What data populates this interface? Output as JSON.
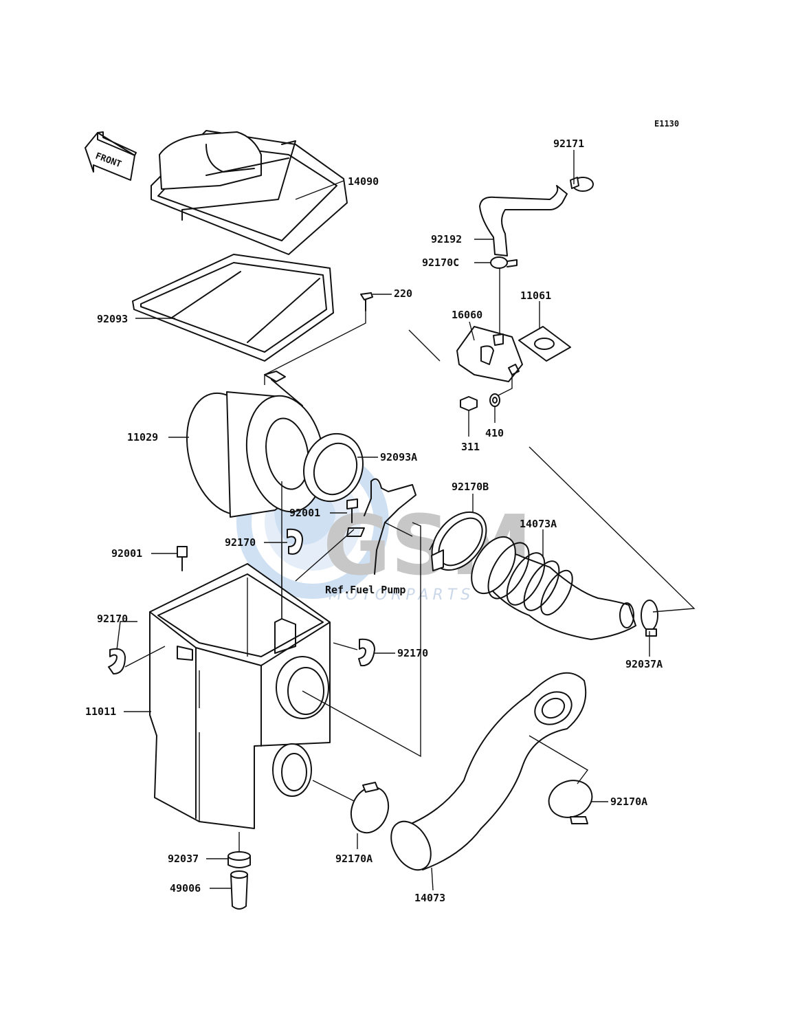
{
  "diagram_code": "E1130",
  "front_label": "FRONT",
  "reference_note": "Ref.Fuel Pump",
  "watermark": {
    "brand": "GSM",
    "subtitle": "MOTORPARTS",
    "colors": {
      "globe": "#a8c8ea",
      "text": "#9a9a9a"
    }
  },
  "parts": {
    "p14090": "14090",
    "p92093": "92093",
    "p220": "220",
    "p11029": "11029",
    "p92093A": "92093A",
    "p92001_upper": "92001",
    "p92170_upper": "92170",
    "p92001_left": "92001",
    "p92170_left": "92170",
    "p92170_right": "92170",
    "p11011": "11011",
    "p92037": "92037",
    "p49006": "49006",
    "p92170A_lower": "92170A",
    "p14073": "14073",
    "p92170A_right": "92170A",
    "p92171": "92171",
    "p92192": "92192",
    "p92170C": "92170C",
    "p16060": "16060",
    "p11061": "11061",
    "p311": "311",
    "p410": "410",
    "p92170B": "92170B",
    "p14073A": "14073A",
    "p92037A": "92037A"
  }
}
